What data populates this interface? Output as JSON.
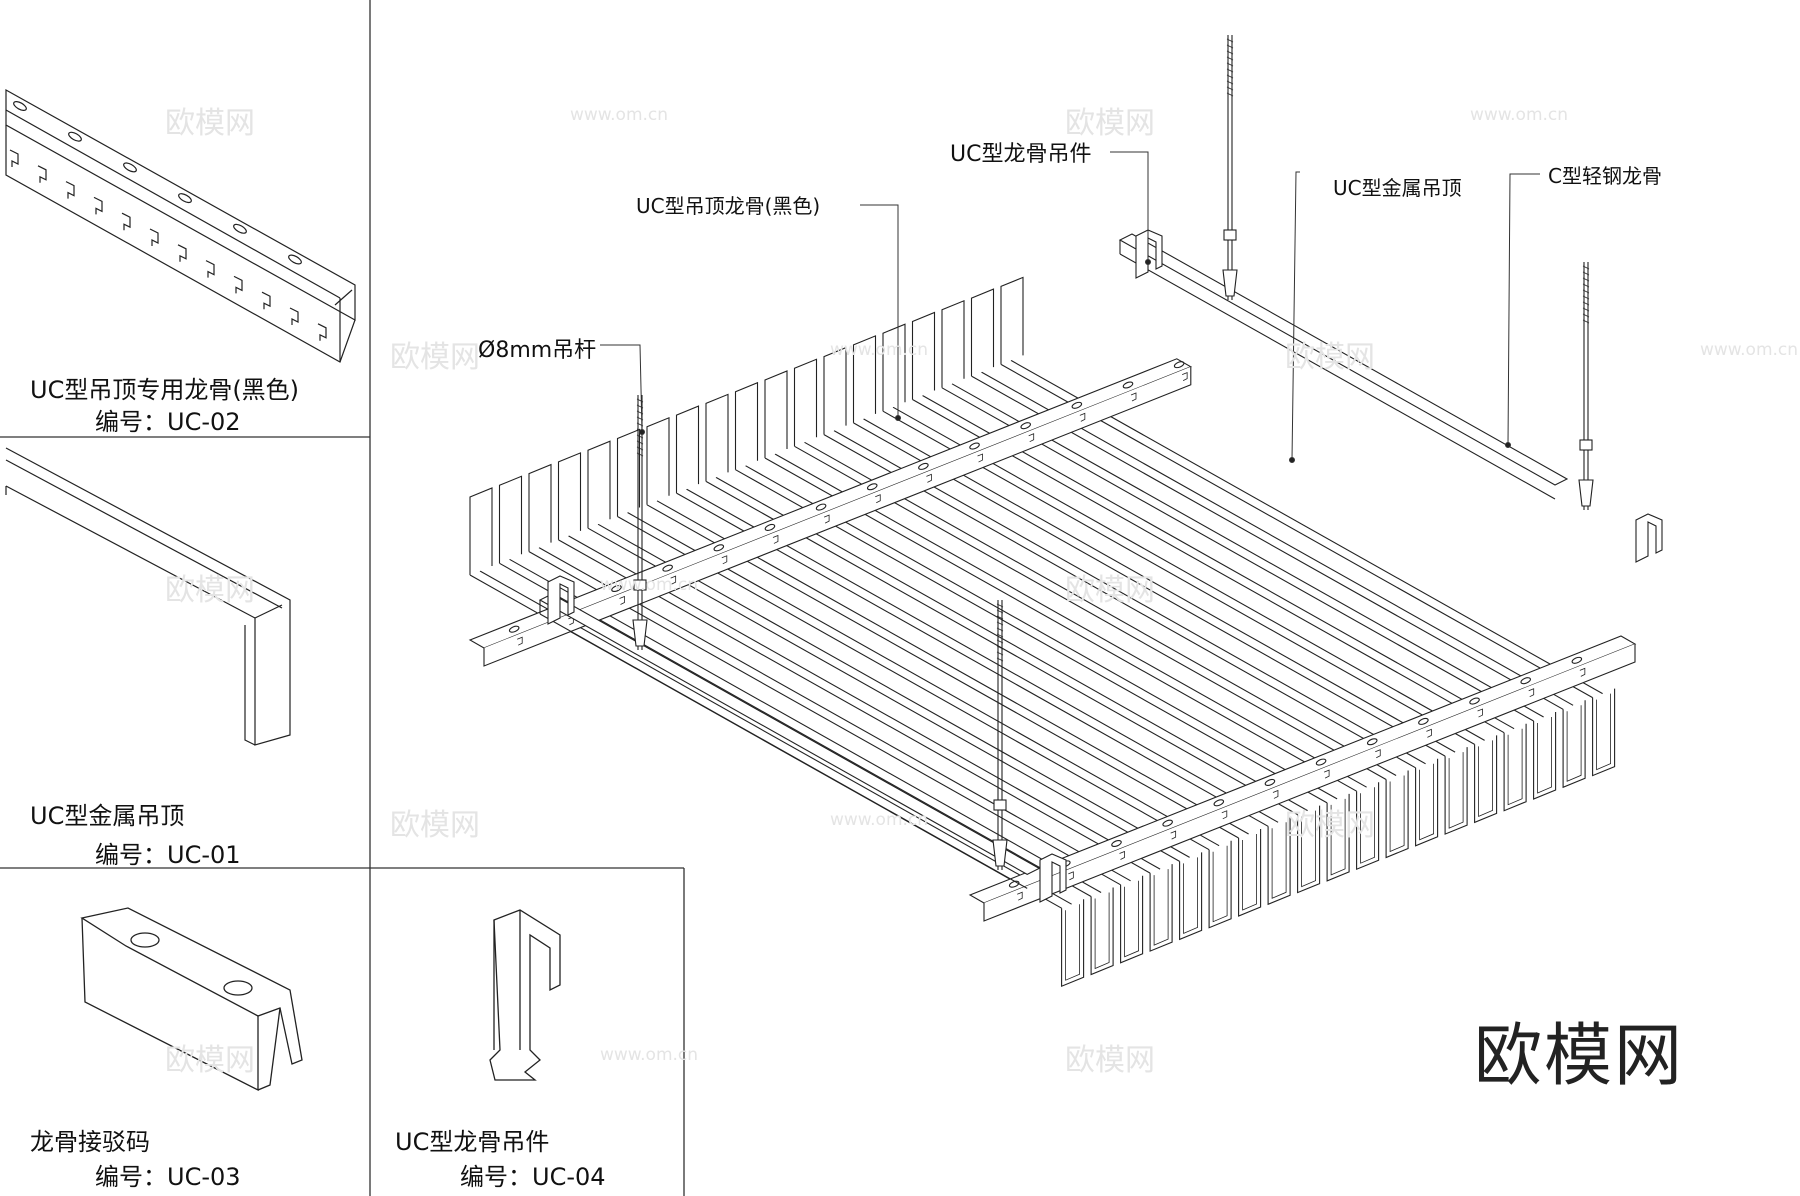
{
  "panels": {
    "uc02": {
      "title": "UC型吊顶专用龙骨(黑色)",
      "code": "编号：UC-02"
    },
    "uc01": {
      "title": "UC型金属吊顶",
      "code": "编号：UC-01"
    },
    "uc03": {
      "title": "龙骨接驳码",
      "code": "编号：UC-03"
    },
    "uc04": {
      "title": "UC型龙骨吊件",
      "code": "编号：UC-04"
    }
  },
  "callouts": {
    "hanger": "UC型龙骨吊件",
    "keel_black": "UC型吊顶龙骨(黑色)",
    "metal_ceiling": "UC型金属吊顶",
    "c_keel": "C型轻钢龙骨",
    "rod": "Ø8mm吊杆"
  },
  "watermark": {
    "text": "欧模网",
    "url": "www.om.cn"
  },
  "brand": "欧模网"
}
